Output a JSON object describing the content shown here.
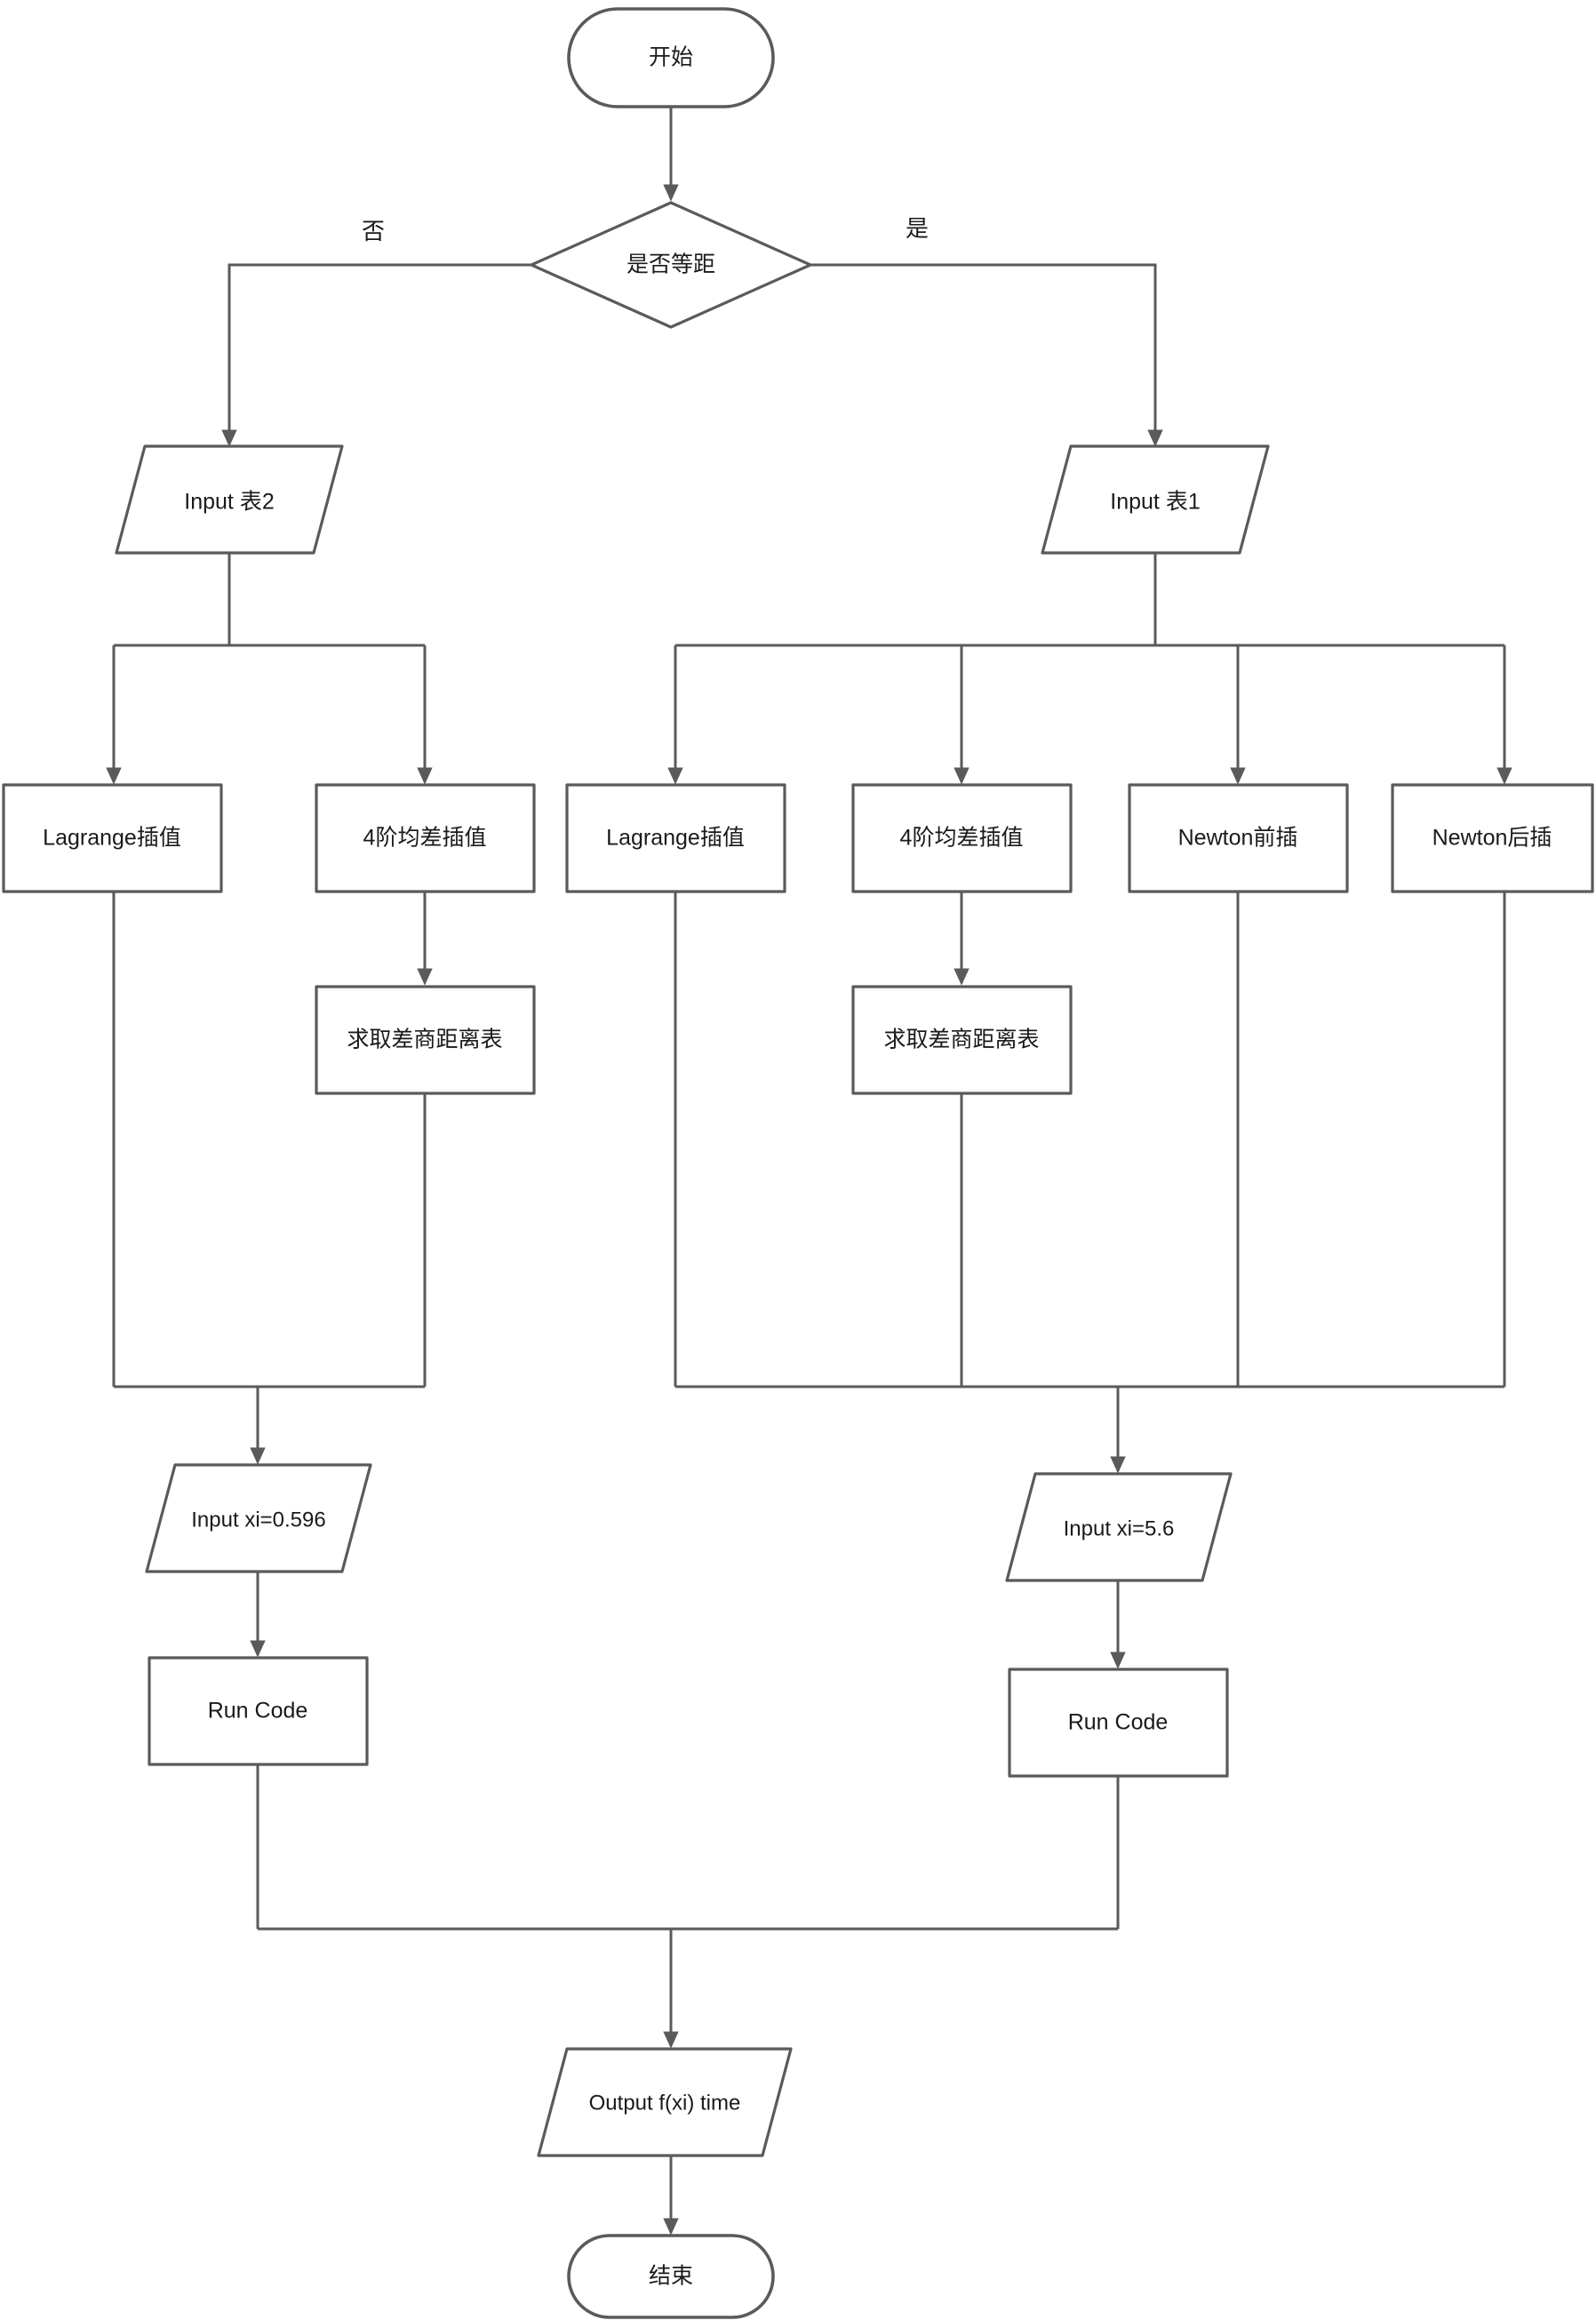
{
  "diagram": {
    "type": "flowchart",
    "title": "",
    "orientation": "top-to-bottom",
    "colors": {
      "background": "#ffffff",
      "stroke": "#5a5a5a",
      "text": "#1a1a1a",
      "fill": "#ffffff"
    }
  },
  "nodes": {
    "start": {
      "label": "开始",
      "shape": "terminal"
    },
    "decision": {
      "label": "是否等距",
      "shape": "diamond"
    },
    "input_table2": {
      "label": "Input 表2",
      "shape": "parallelogram"
    },
    "input_table1": {
      "label": "Input 表1",
      "shape": "parallelogram"
    },
    "left_lagrange": {
      "label": "Lagrange插值",
      "shape": "rect"
    },
    "left_order4": {
      "label": "4阶均差插值",
      "shape": "rect"
    },
    "right_lagrange": {
      "label": "Lagrange插值",
      "shape": "rect"
    },
    "right_order4": {
      "label": "4阶均差插值",
      "shape": "rect"
    },
    "newton_forward": {
      "label": "Newton前插",
      "shape": "rect"
    },
    "newton_backward": {
      "label": "Newton后插",
      "shape": "rect"
    },
    "left_difftable": {
      "label": "求取差商距离表",
      "shape": "rect"
    },
    "right_difftable": {
      "label": "求取差商距离表",
      "shape": "rect"
    },
    "input_xi_left": {
      "label": "Input xi=0.596",
      "shape": "parallelogram"
    },
    "input_xi_right": {
      "label": "Input xi=5.6",
      "shape": "parallelogram"
    },
    "run_code_left": {
      "label": "Run Code",
      "shape": "rect"
    },
    "run_code_right": {
      "label": "Run Code",
      "shape": "rect"
    },
    "output": {
      "label": "Output f(xi) time",
      "shape": "parallelogram"
    },
    "end": {
      "label": "结束",
      "shape": "terminal"
    }
  },
  "edge_labels": {
    "no_branch": "否",
    "yes_branch": "是"
  }
}
